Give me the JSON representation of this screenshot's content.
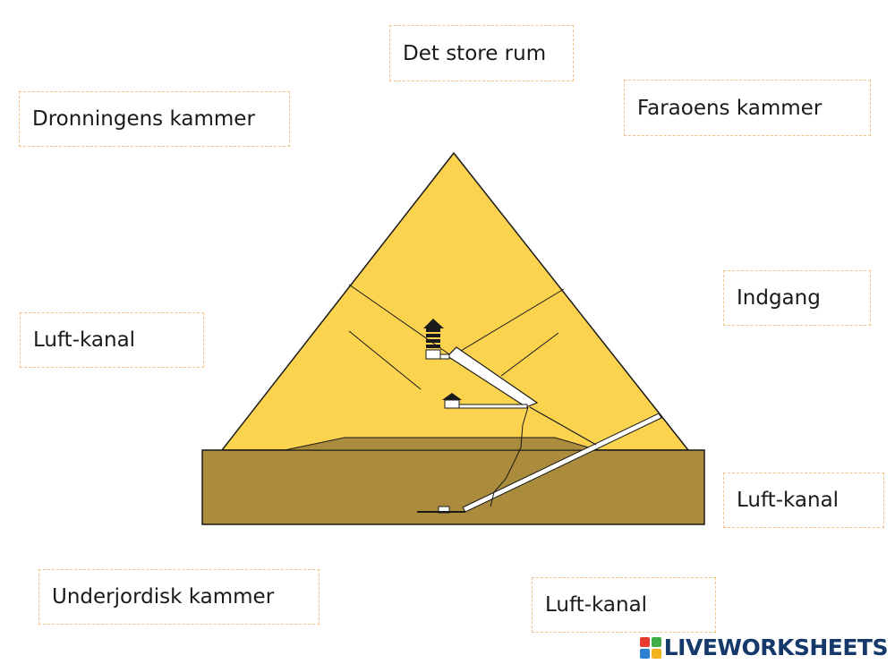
{
  "labels": {
    "det_store_rum": "Det store rum",
    "dronningens_kammer": "Dronningens kammer",
    "faraoens_kammer": "Faraoens kammer",
    "indgang": "Indgang",
    "luft_kanal_left": "Luft-kanal",
    "luft_kanal_right": "Luft-kanal",
    "underjordisk_kammer": "Underjordisk kammer",
    "luft_kanal_bottom": "Luft-kanal"
  },
  "brand": {
    "name": "LIVEWORKSHEETS"
  },
  "colors": {
    "pyramid_fill": "#fbd34f",
    "ground_fill": "#aa8c3c",
    "outline": "#1a1a1a",
    "label_border": "#f3c28a",
    "brand_text": "#16396b"
  }
}
